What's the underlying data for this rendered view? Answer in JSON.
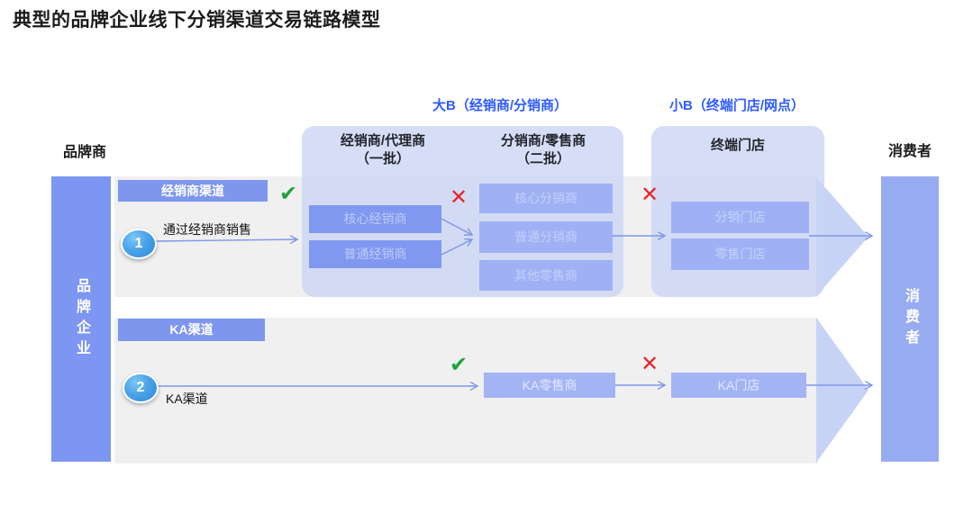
{
  "title": "典型的品牌企业线下分销渠道交易链路模型",
  "group_labels": {
    "big_b": "大B（经销商/分销商）",
    "small_b": "小B（终端门店/网点）"
  },
  "headers": {
    "brand": "品牌商",
    "tier1": "经销商/代理商\n（一批）",
    "tier2": "分销商/零售商\n（二批）",
    "terminal": "终端门店",
    "consumer": "消费者"
  },
  "bars": {
    "brand": "品牌企业",
    "consumer": "消费者"
  },
  "row1": {
    "badge": "经销商渠道",
    "step_number": "1",
    "note": "通过经销商销售",
    "tier1_boxes": [
      "核心经销商",
      "普通经销商"
    ],
    "tier2_boxes": [
      "核心分销商",
      "普通分销商",
      "其他零售商"
    ],
    "terminal_boxes": [
      "分销门店",
      "零售门店"
    ]
  },
  "row2": {
    "badge": "KA渠道",
    "step_number": "2",
    "note": "KA渠道",
    "retailer_box": "KA零售商",
    "store_box": "KA门店"
  },
  "marks": {
    "check": "✔",
    "cross": "✕"
  },
  "colors": {
    "accent_blue": "#7E96EE",
    "panel_blue": "#CAD5F5",
    "label_blue": "#2E5BFF",
    "check_green": "#1FA33C",
    "cross_red": "#E8252B",
    "row_gray": "#F0F0F0"
  }
}
